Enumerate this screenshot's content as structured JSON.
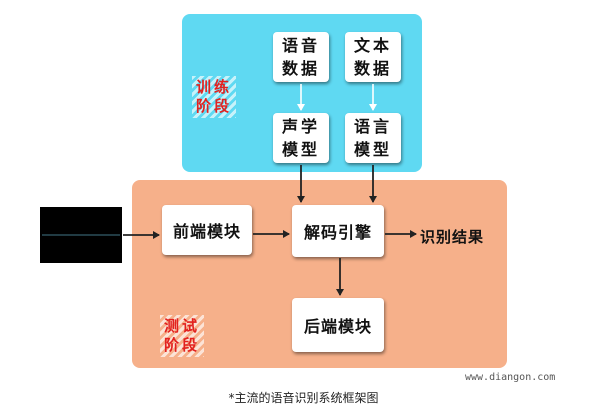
{
  "phases": {
    "training": "训练\n阶段",
    "testing": "测试\n阶段"
  },
  "nodes": {
    "speech_data": "语音\n数据",
    "text_data": "文本\n数据",
    "acoustic_model": "声学\n模型",
    "language_model": "语言\n模型",
    "frontend_module": "前端模块",
    "decoder_engine": "解码引擎",
    "backend_module": "后端模块",
    "result": "识别结果"
  },
  "caption": "*主流的语音识别系统框架图",
  "watermark": "www.diangon.com",
  "colors": {
    "training_panel": "#5fd9f2",
    "testing_panel": "#f6b08a",
    "phase_label": "#e2211f",
    "arrow": "#222222",
    "waveform": "#3fb7ff"
  }
}
